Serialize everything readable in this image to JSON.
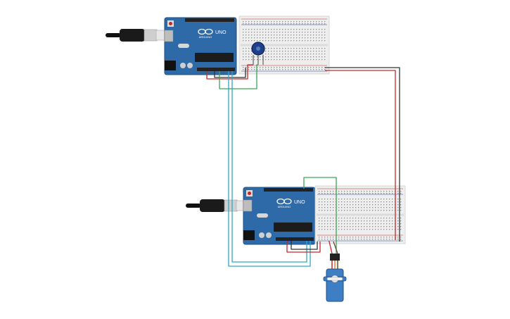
{
  "boards": [
    {
      "id": "arduino-top",
      "logo": "ARDUINO",
      "model": "UNO"
    },
    {
      "id": "arduino-bottom",
      "logo": "ARDUINO",
      "model": "UNO"
    }
  ],
  "components": {
    "potentiometer": {
      "icon": "potentiometer-icon"
    },
    "servo": {
      "icon": "servo-motor-icon"
    },
    "usb_cables": 2,
    "breadboards": 2
  },
  "colors": {
    "board": "#2e6aa8",
    "board_dark": "#1f4f82",
    "breadboard": "#eeeeee",
    "wire_red": "#c62828",
    "wire_black": "#333333",
    "wire_green": "#3aa655",
    "wire_blue": "#2fa7c9",
    "servo": "#3d7ec4"
  }
}
